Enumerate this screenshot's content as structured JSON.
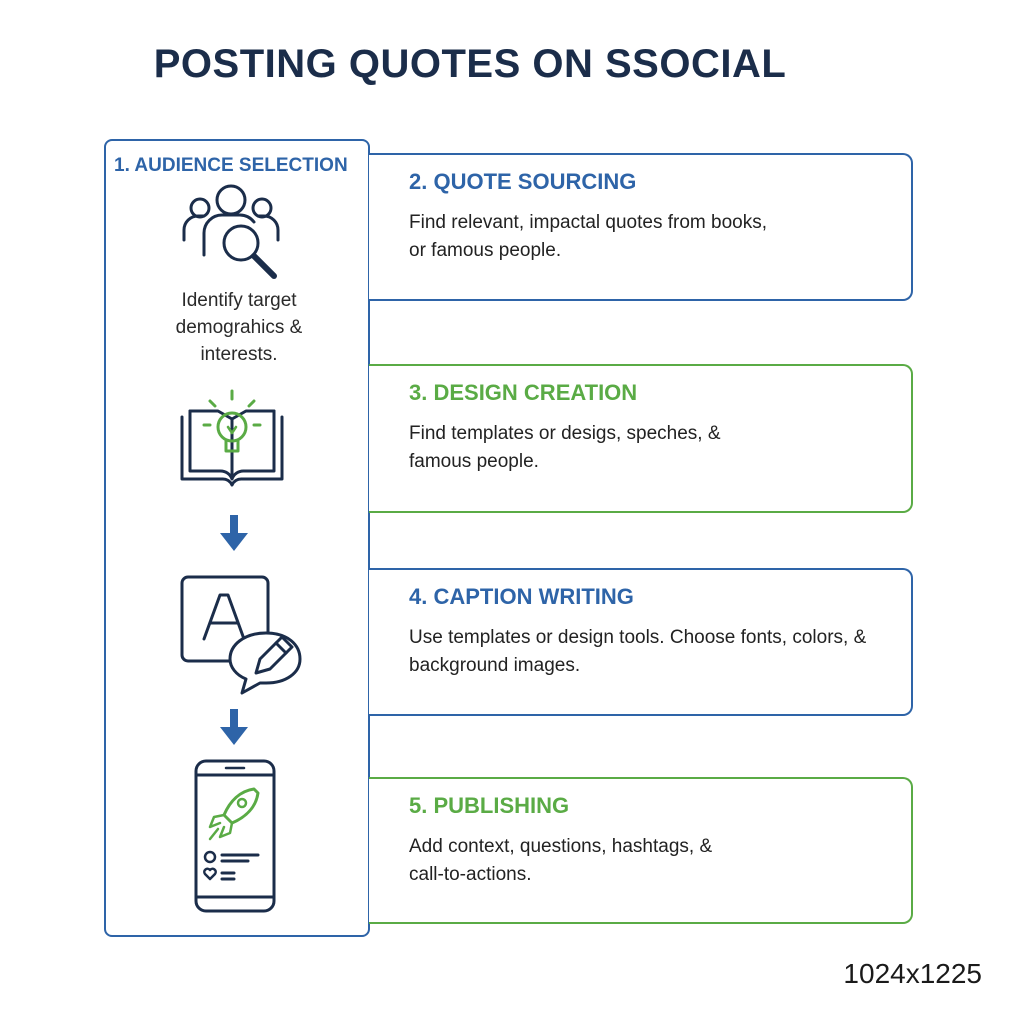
{
  "title": "POSTING QUOTES ON SSOCIAL",
  "steps": [
    {
      "heading": "1. AUDIENCE SELECTION",
      "description_lines": [
        "Identify target",
        "demograhics &",
        "interests."
      ],
      "icon": "audience-search-icon",
      "color": "#2e64a8"
    },
    {
      "heading": "2. QUOTE SOURCING",
      "body_lines": [
        "Find relevant, impactal quotes from books,",
        "or famous people."
      ],
      "color": "#2e64a8"
    },
    {
      "heading": "3. DESIGN CREATION",
      "body_lines": [
        "Find templates or desigs, speches, &",
        "famous people."
      ],
      "color": "#5aab45"
    },
    {
      "heading": "4. CAPTION WRITING",
      "body_lines": [
        "Use templates or design tools. Choose fonts, colors, &",
        "background images."
      ],
      "color": "#2e64a8"
    },
    {
      "heading": "5. PUBLISHING",
      "body_lines": [
        "Add context, questions, hashtags, &",
        "call-to-actions."
      ],
      "color": "#5aab45"
    }
  ],
  "icons": [
    "audience-search-icon",
    "book-lightbulb-icon",
    "arrow-down-icon",
    "letter-a-chat-pen-icon",
    "arrow-down-icon",
    "phone-rocket-icon"
  ],
  "dimensions_label": "1024x1225"
}
